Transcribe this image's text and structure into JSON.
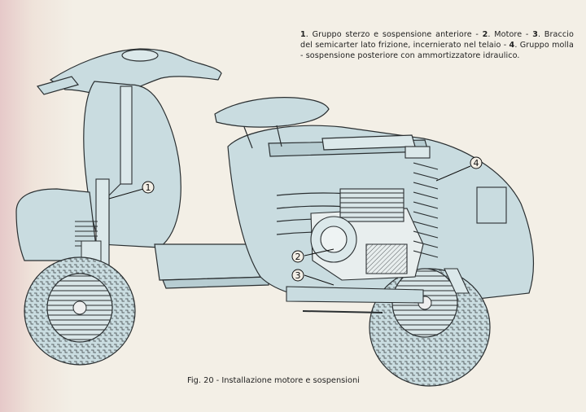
{
  "caption": {
    "n1": "1",
    "t1": ". Gruppo sterzo e sospensione anteriore - ",
    "n2": "2",
    "t2": ". Motore - ",
    "n3": "3",
    "t3": ". Braccio del semicarter lato frizione, incernierato nel telaio - ",
    "n4": "4",
    "t4": ". Gruppo molla - sospensione posteriore con ammortizzatore idraulico."
  },
  "figure_caption": "Fig. 20 - Installazione motore e sospensioni",
  "callouts": [
    "1",
    "2",
    "3",
    "4"
  ],
  "colors": {
    "body_fill": "#c9dce0",
    "line": "#2a2f31",
    "paper": "#f3efe6",
    "edge_tint": "#e6c9c9"
  }
}
